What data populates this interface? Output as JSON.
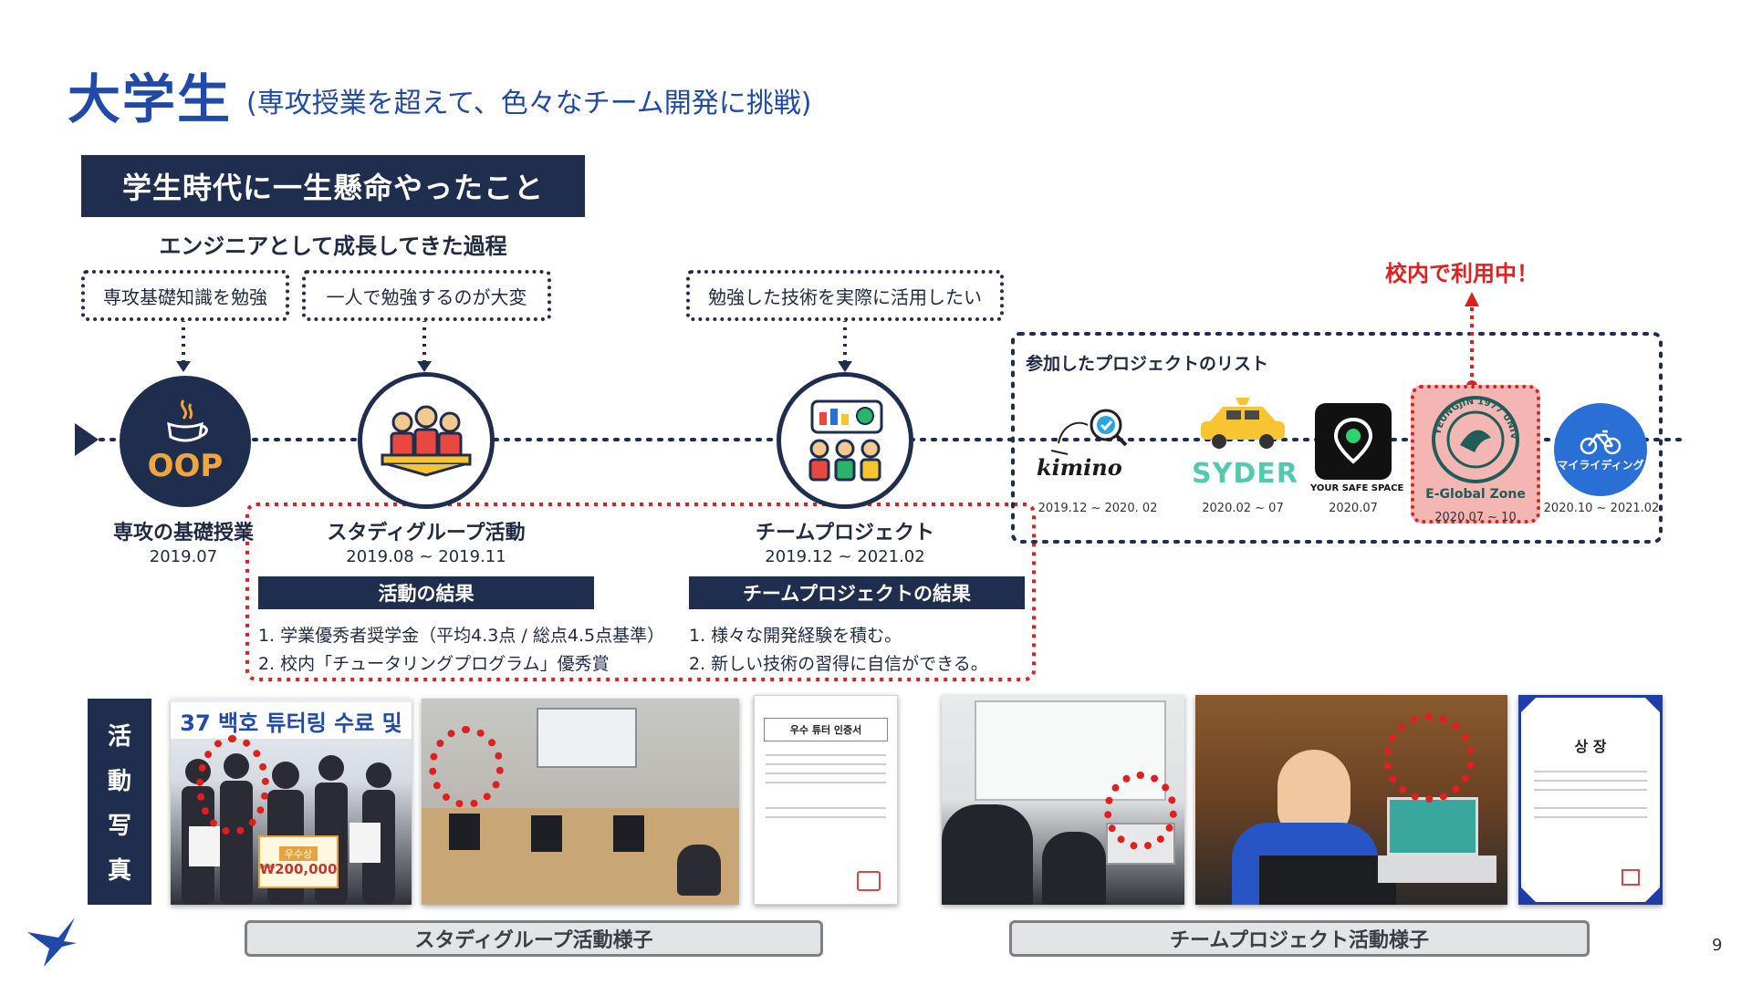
{
  "title": {
    "main": "大学生",
    "sub": "(専攻授業を超えて、色々なチーム開発に挑戦)"
  },
  "header": {
    "label": "学生時代に一生懸命やったこと",
    "subtitle": "エンジニアとして成長してきた過程"
  },
  "notes": [
    "専攻基礎知識を勉強",
    "一人で勉強するのが大変",
    "勉強した技術を実際に活用したい"
  ],
  "oop_icon_text": "OOP",
  "steps": [
    {
      "label": "専攻の基礎授業",
      "date": "2019.07"
    },
    {
      "label": "スタディグループ活動",
      "date": "2019.08 ~ 2019.11"
    },
    {
      "label": "チームプロジェクト",
      "date": "2019.12 ~ 2021.02"
    }
  ],
  "results": {
    "study": {
      "title": "活動の結果",
      "items": [
        "1.  学業優秀者奨学金（平均4.3点 / 総点4.5点基準）",
        "2.  校内「チュータリングプログラム」優秀賞"
      ]
    },
    "team": {
      "title": "チームプロジェクトの結果",
      "items": [
        "1.  様々な開発経験を積む。",
        "2.  新しい技術の習得に自信ができる。"
      ]
    }
  },
  "projects": {
    "title": "参加したプロジェクトのリスト",
    "callout": "校内で利用中！",
    "items": [
      {
        "logo": "kimino",
        "date": "2019.12 ~ 2020. 02"
      },
      {
        "logo": "SYDER",
        "date": "2020.02 ~ 07"
      },
      {
        "logo": "YOUR SAFE SPACE",
        "date": "2020.07"
      },
      {
        "logo": "E-Global Zone",
        "seal_text": "YEUNGJIN 1977 UNIVERSITY",
        "date": "2020.07 ~ 10"
      },
      {
        "logo": "マイライディング",
        "date": "2020.10 ~ 2021.02"
      }
    ]
  },
  "activity": {
    "label_chars": [
      "活",
      "動",
      "写",
      "真"
    ],
    "photo_banner_text": "37 백호 튜터링 수료 및",
    "photo_prize_label": "우수상",
    "photo_prize_amount": "₩200,000",
    "cert1_title": "우수 튜터 인증서",
    "cert2_title": "상   장",
    "study_caption": "スタディグループ活動様子",
    "team_caption": "チームプロジェクト活動様子"
  },
  "page_number": "9",
  "colors": {
    "navy": "#1f2d4f",
    "title_blue": "#1f4aa8",
    "highlight_red": "#e02020",
    "accent_blue": "#2a6fd6"
  }
}
